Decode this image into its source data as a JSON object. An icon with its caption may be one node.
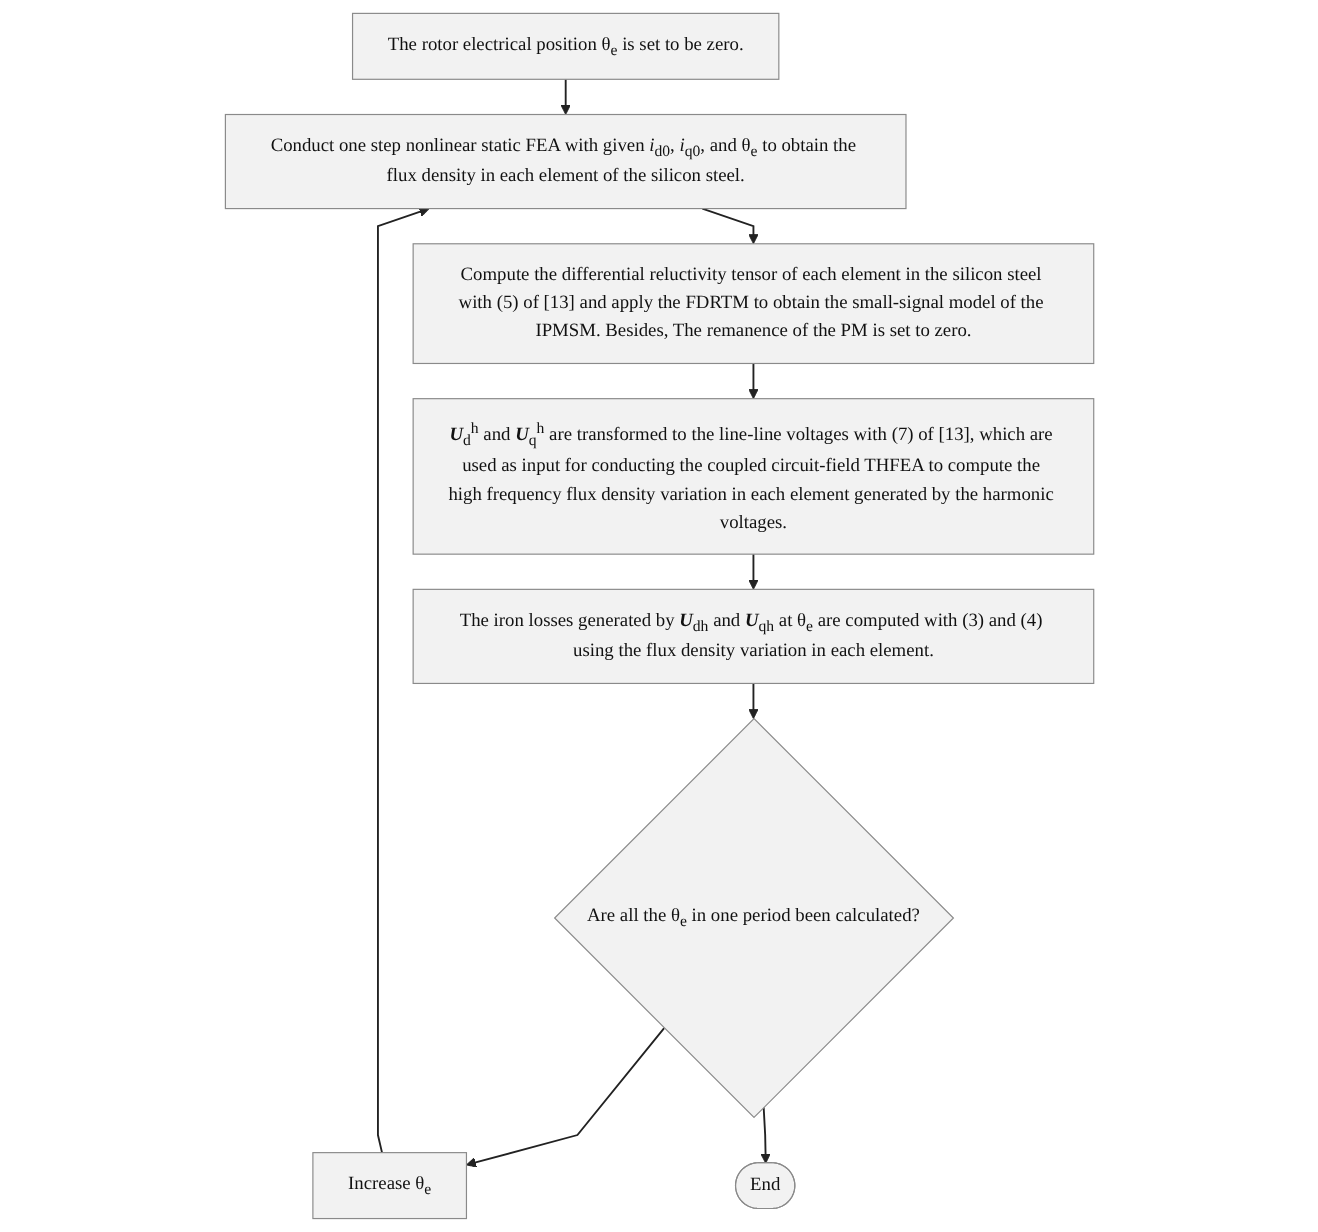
{
  "diagram": {
    "nodes": [
      {
        "text": [
          "The rotor electrical position θ$_{e}$ is set to be zero."
        ]
      },
      {
        "text": [
          "Conduct one step nonlinear static FEA with given *i*$_{d0}$, *i*$_{q0}$, and θ$_{e}$ to obtain the flux density in each element of the silicon steel."
        ]
      },
      {
        "text": [
          "Compute the differential reluctivity tensor of each element in the silicon steel with (5) of [13] and apply the FDRTM to obtain the small-signal model of the IPMSM. Besides, The remanence of the PM is set to zero."
        ]
      },
      {
        "text": [
          "**U**$_{d}$$^{h}$ and **U**$_{q}$$^{h}$ are transformed to the line-line voltages with (7) of [13], which are used as input for conducting the coupled circuit-field THFEA to compute the high frequency flux density variation in each element generated by the harmonic voltages."
        ]
      },
      {
        "text": [
          "The iron losses generated by **U**$_{dh}$ and **U**$_{qh}$ at θ$_{e}$ are computed with (3) and (4) using the flux density variation in each element."
        ]
      },
      {
        "text": [
          "Increase θ$_{e}$"
        ]
      },
      {
        "text": [
          "Are all the θ$_{e}$ in one period been calculated?"
        ]
      },
      {
        "text": [
          "End"
        ]
      }
    ],
    "edges": [
      {
        "from": 0,
        "to": 1,
        "arrow": "to"
      },
      {
        "from": 1,
        "to": 2,
        "arrow": "to"
      },
      {
        "from": 2,
        "to": 3,
        "arrow": "to"
      },
      {
        "from": 3,
        "to": 4,
        "arrow": "to"
      },
      {
        "from": 4,
        "to": 6,
        "arrow": "to"
      },
      {
        "from": 6,
        "to": 5,
        "arrow": "to"
      },
      {
        "from": 5,
        "to": 1,
        "arrow": "to"
      },
      {
        "from": 6,
        "to": 7,
        "arrow": "to"
      }
    ]
  }
}
